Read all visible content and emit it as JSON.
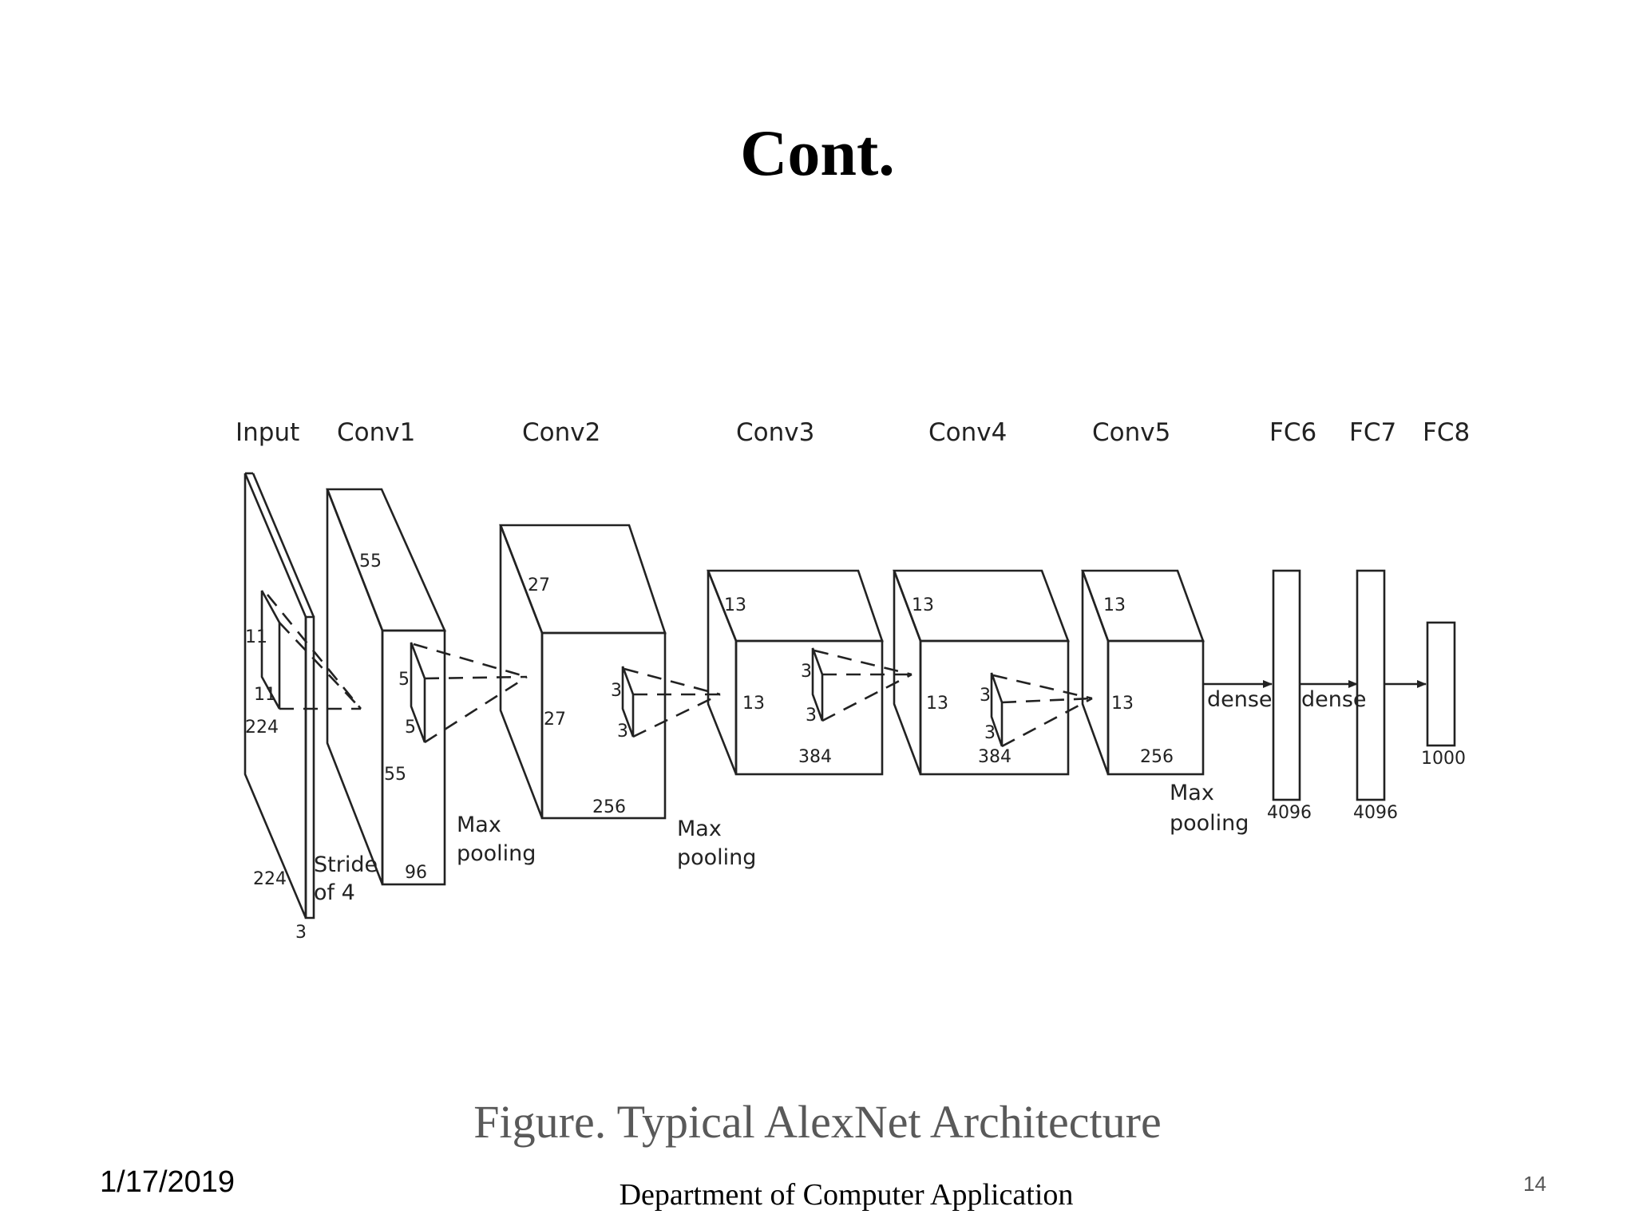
{
  "slide": {
    "title": "Cont.",
    "caption": "Figure. Typical AlexNet Architecture",
    "footer_date": "1/17/2019",
    "footer_department": "Department of Computer Application",
    "page_number": "14"
  },
  "diagram": {
    "layers": {
      "input": "Input",
      "conv1": "Conv1",
      "conv2": "Conv2",
      "conv3": "Conv3",
      "conv4": "Conv4",
      "conv5": "Conv5",
      "fc6": "FC6",
      "fc7": "FC7",
      "fc8": "FC8"
    },
    "dims": {
      "input_kernel_h": "11",
      "input_kernel_w": "11",
      "input_height": "224",
      "input_width": "224",
      "input_depth": "3",
      "conv1_top": "55",
      "conv1_kernel_h": "5",
      "conv1_kernel_w": "5",
      "conv1_side": "55",
      "conv1_depth": "96",
      "conv2_top": "27",
      "conv2_side": "27",
      "conv2_kernel_h": "3",
      "conv2_kernel_w": "3",
      "conv2_depth": "256",
      "conv3_top": "13",
      "conv3_side": "13",
      "conv3_kernel_h": "3",
      "conv3_kernel_w": "3",
      "conv3_depth": "384",
      "conv4_top": "13",
      "conv4_side": "13",
      "conv4_kernel_h": "3",
      "conv4_kernel_w": "3",
      "conv4_depth": "384",
      "conv5_top": "13",
      "conv5_side": "13",
      "conv5_depth": "256",
      "fc6_size": "4096",
      "fc7_size": "4096",
      "fc8_size": "1000"
    },
    "annotations": {
      "stride_line1": "Stride",
      "stride_line2": "of 4",
      "pool1_line1": "Max",
      "pool1_line2": "pooling",
      "pool2_line1": "Max",
      "pool2_line2": "pooling",
      "pool5_line1": "Max",
      "pool5_line2": "pooling",
      "dense1": "dense",
      "dense2": "dense"
    }
  }
}
